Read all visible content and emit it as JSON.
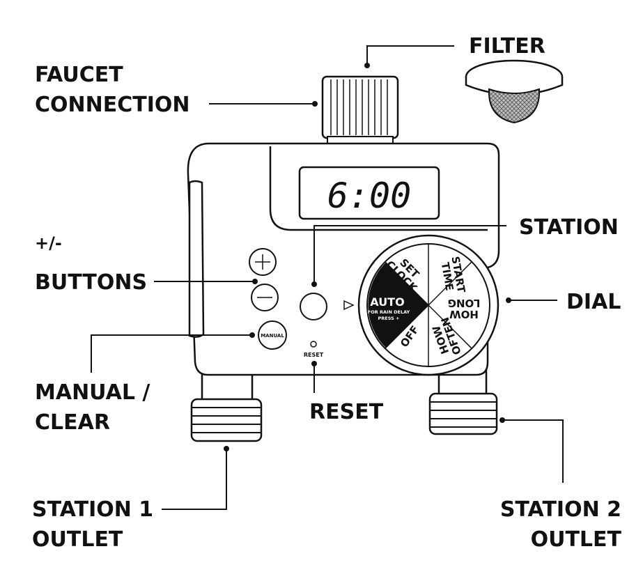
{
  "labels": {
    "filter": "FILTER",
    "faucet_line1": "FAUCET",
    "faucet_line2": "CONNECTION",
    "plus_minus": "+/-",
    "buttons": "BUTTONS",
    "station": "STATION",
    "dial": "DIAL",
    "manual_line1": "MANUAL /",
    "manual_line2": "CLEAR",
    "reset": "RESET",
    "station1_line1": "STATION 1",
    "station1_line2": "OUTLET",
    "station2_line1": "STATION 2",
    "station2_line2": "OUTLET"
  },
  "display": {
    "time": "6:00"
  },
  "device": {
    "manual_button": "MANUAL",
    "reset_small": "RESET",
    "plus_icon": "plus-icon",
    "minus_icon": "minus-icon"
  },
  "dial_segments": {
    "set_clock_1": "SET",
    "set_clock_2": "CLOCK",
    "start_time_1": "START",
    "start_time_2": "TIME",
    "how_long_1": "HOW",
    "how_long_2": "LONG",
    "how_often_1": "HOW",
    "how_often_2": "OFTEN",
    "off": "OFF",
    "auto": "AUTO",
    "auto_sub1": "FOR RAIN DELAY",
    "auto_sub2": "PRESS +"
  },
  "colors": {
    "ink": "#111111",
    "mesh": "#9a9a9a",
    "background": "#ffffff"
  }
}
